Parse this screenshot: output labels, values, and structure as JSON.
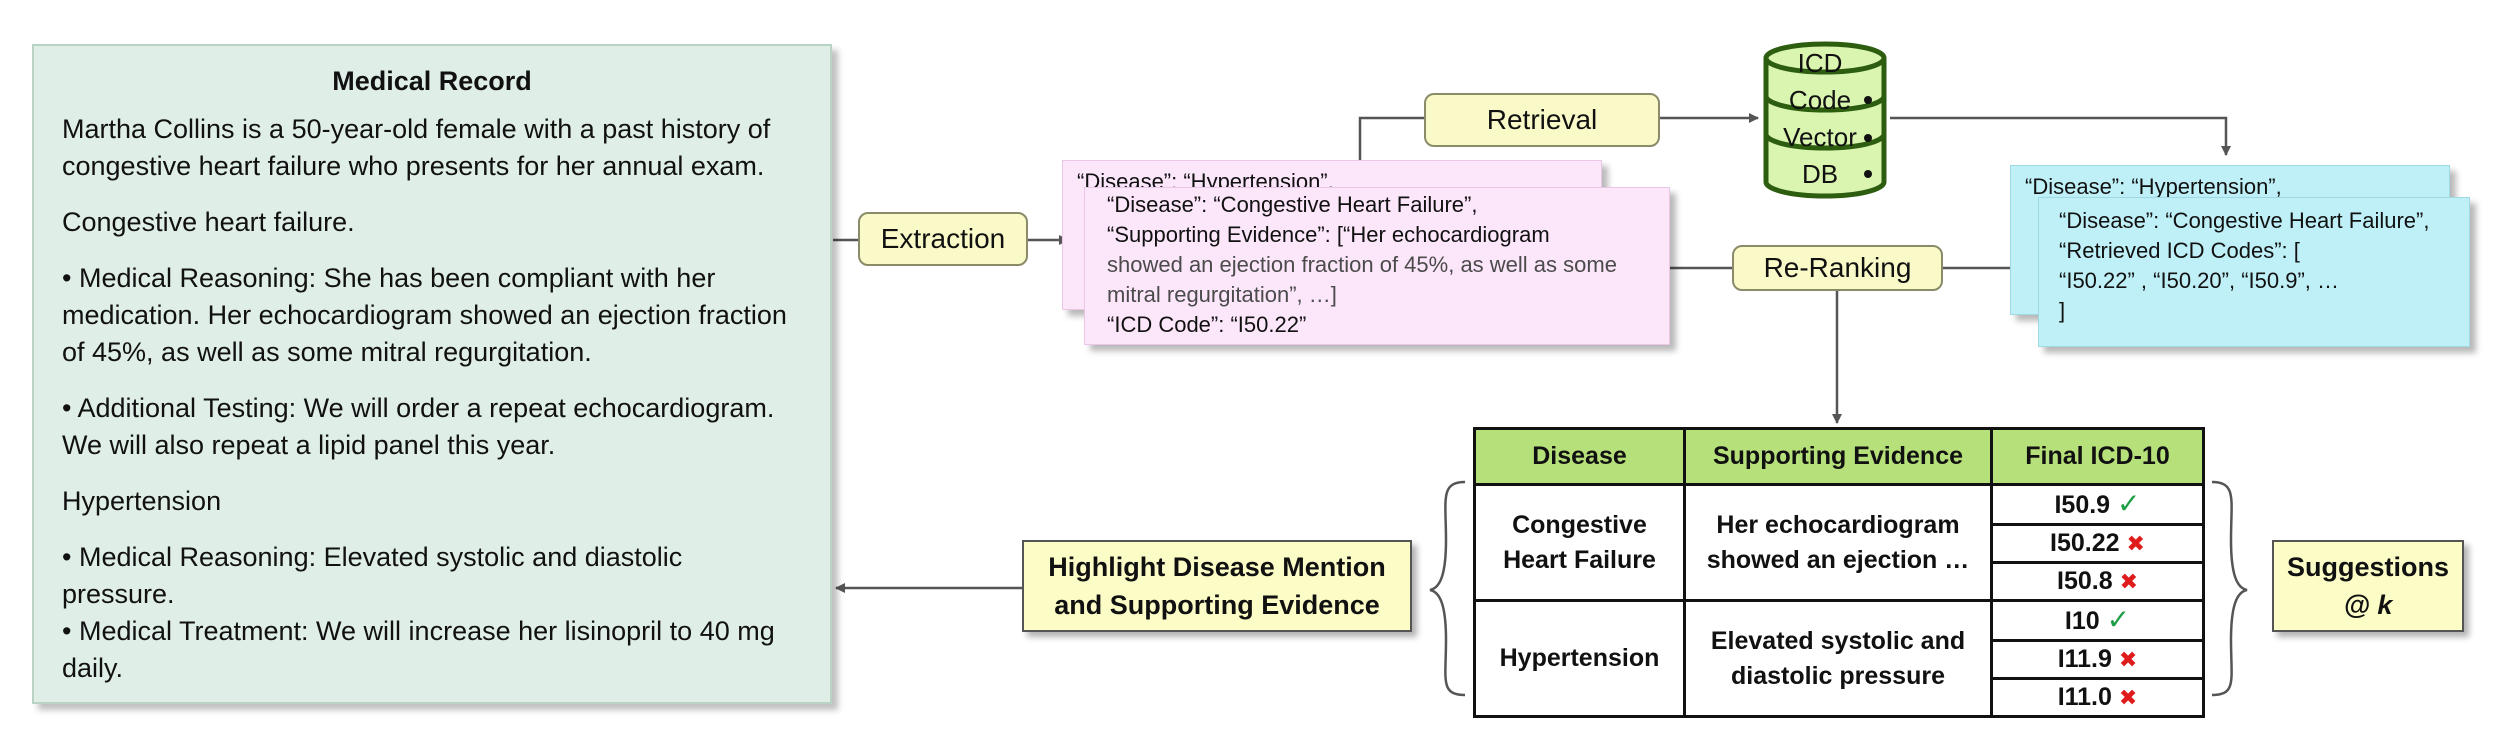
{
  "record": {
    "title": "Medical Record",
    "paragraphs": [
      "Martha Collins is a 50-year-old female with a past history of congestive heart failure who presents for her annual exam.",
      "Congestive heart failure.",
      "• Medical Reasoning: She has been compliant with her medication. Her echocardiogram showed an ejection fraction of 45%, as well as some mitral regurgitation.",
      "• Additional Testing: We will order a repeat echocardiogram. We will also repeat a lipid panel this year.",
      "Hypertension",
      "• Medical Reasoning: Elevated systolic and diastolic pressure.",
      "• Medical Treatment: We will increase her lisinopril to 40 mg daily."
    ]
  },
  "steps": {
    "extraction": "Extraction",
    "retrieval": "Retrieval",
    "reranking": "Re-Ranking",
    "highlight_line1": "Highlight Disease Mention",
    "highlight_line2": "and Supporting Evidence",
    "suggestions_line1": "Suggestions",
    "suggestions_line2": "@ k"
  },
  "database": {
    "lines": [
      "ICD",
      "Code",
      "Vector",
      "DB"
    ],
    "colors": {
      "fill": "#d9f5b0",
      "stroke": "#2d5d0e"
    }
  },
  "extracted": {
    "back_card": "“Disease”: “Hypertension”,",
    "front_card": [
      "“Disease”: “Congestive Heart Failure”,",
      "“Supporting Evidence”: [“Her echocardiogram",
      "showed an ejection fraction of 45%, as well as some",
      "mitral regurgitation”, …]",
      "“ICD Code”: “I50.22”"
    ]
  },
  "retrieved": {
    "back_card": "“Disease”: “Hypertension”,",
    "front_card": [
      "“Disease”: “Congestive Heart Failure”,",
      "“Retrieved ICD Codes”: [",
      "“I50.22” , “I50.20”, “I50.9”, …",
      "]"
    ]
  },
  "table": {
    "headers": [
      "Disease",
      "Supporting Evidence",
      "Final ICD-10"
    ],
    "rows": [
      {
        "disease_line1": "Congestive",
        "disease_line2": "Heart Failure",
        "evidence_line1": "Her echocardiogram",
        "evidence_line2": "showed an ejection …",
        "codes": [
          {
            "code": "I50.9",
            "correct": true
          },
          {
            "code": "I50.22",
            "correct": false
          },
          {
            "code": "I50.8",
            "correct": false
          }
        ]
      },
      {
        "disease_line1": "Hypertension",
        "disease_line2": "",
        "evidence_line1": "Elevated systolic and",
        "evidence_line2": "diastolic pressure",
        "codes": [
          {
            "code": "I10",
            "correct": true
          },
          {
            "code": "I11.9",
            "correct": false
          },
          {
            "code": "I11.0",
            "correct": false
          }
        ]
      }
    ],
    "marks": {
      "correct": "✓",
      "incorrect": "✖"
    },
    "colors": {
      "header": "#b6e07a",
      "correct": "#1e9e46",
      "incorrect": "#e01b1b"
    }
  },
  "colors": {
    "record_bg": "#dfeee6",
    "step_bg": "#fafac8",
    "extracted_bg": "#fce6fa",
    "retrieved_bg": "#bff0f7"
  }
}
